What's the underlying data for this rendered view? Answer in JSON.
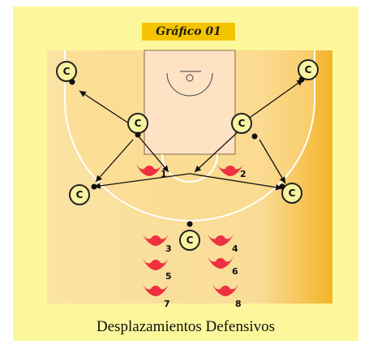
{
  "diagram": {
    "title": "Gráfico 01",
    "caption": "Desplazamientos Defensivos",
    "player_label": "C",
    "defender_labels": [
      "1",
      "2",
      "3",
      "4",
      "5",
      "6",
      "7",
      "8"
    ]
  },
  "colors": {
    "panel": "#fdf79c",
    "badge": "#f5c400",
    "court": "#f8d88a",
    "key": "#fde2c4",
    "defender": "#ee3040",
    "player": "#f8f3a0"
  },
  "icons": {
    "player": "circled-C-marker",
    "defender": "hands-up-defender-icon"
  }
}
